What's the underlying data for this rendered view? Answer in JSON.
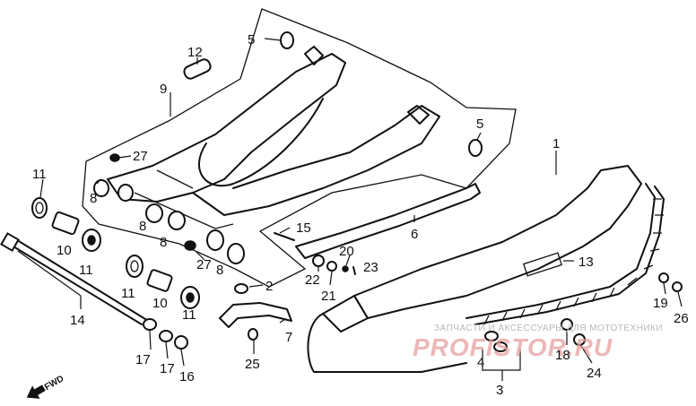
{
  "labels": {
    "l1": "1",
    "l2": "2",
    "l3": "3",
    "l4": "4",
    "l5a": "5",
    "l5b": "5",
    "l6": "6",
    "l7": "7",
    "l8a": "8",
    "l8b": "8",
    "l8c": "8",
    "l8d": "8",
    "l9": "9",
    "l10a": "10",
    "l10b": "10",
    "l11a": "11",
    "l11b": "11",
    "l11c": "11",
    "l11d": "11",
    "l12": "12",
    "l13": "13",
    "l14": "14",
    "l15": "15",
    "l16": "16",
    "l17a": "17",
    "l17b": "17",
    "l18": "18",
    "l19": "19",
    "l20": "20",
    "l21": "21",
    "l22": "22",
    "l23": "23",
    "l24": "24",
    "l25": "25",
    "l26": "26",
    "l27a": "27",
    "l27b": "27"
  },
  "fwd_label": "FWD",
  "watermark": {
    "top": "ЗАПЧАСТИ И АКСЕССУАРЫ ДЛЯ МОТОТЕХНИКИ",
    "brand": "PROFISTOR.RU"
  }
}
